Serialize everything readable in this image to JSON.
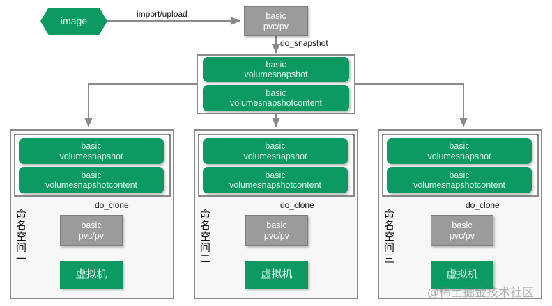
{
  "diagram": {
    "title": "kubevirt image snapshot clone flow",
    "colors": {
      "green": "#0d9a62",
      "grey": "#9b9b9b",
      "line": "#8a8a8a",
      "namespace_bg": "#f7f7f7",
      "text_on_green": "#d8f7ec"
    },
    "source": {
      "label": "image",
      "shape": "hexagon"
    },
    "edges": {
      "import_upload": "import/upload",
      "do_snapshot": "do_snapshot",
      "do_clone": "do_clone"
    },
    "base_pvc": {
      "line1": "basic",
      "line2": "pvc/pv",
      "label": "basic\npvc/pv"
    },
    "master_snapshot_group": {
      "snapshot": "basic\nvolumesnapshot",
      "snapshot_content": "basic\nvolumesnapshotcontent"
    },
    "namespaces": [
      {
        "name": "命名空间一",
        "snapshot": "basic\nvolumesnapshot",
        "snapshot_content": "basic\nvolumesnapshotcontent",
        "clone_edge": "do_clone",
        "pvc": "basic\npvc/pv",
        "vm": "虚拟机"
      },
      {
        "name": "命名空间二",
        "snapshot": "basic\nvolumesnapshot",
        "snapshot_content": "basic\nvolumesnapshotcontent",
        "clone_edge": "do_clone",
        "pvc": "basic\npvc/pv",
        "vm": "虚拟机"
      },
      {
        "name": "命名空间三",
        "snapshot": "basic\nvolumesnapshot",
        "snapshot_content": "basic\nvolumesnapshotcontent",
        "clone_edge": "do_clone",
        "pvc": "basic\npvc/pv",
        "vm": "虚拟机"
      }
    ],
    "watermark": "@稀土掘金技术社区"
  }
}
